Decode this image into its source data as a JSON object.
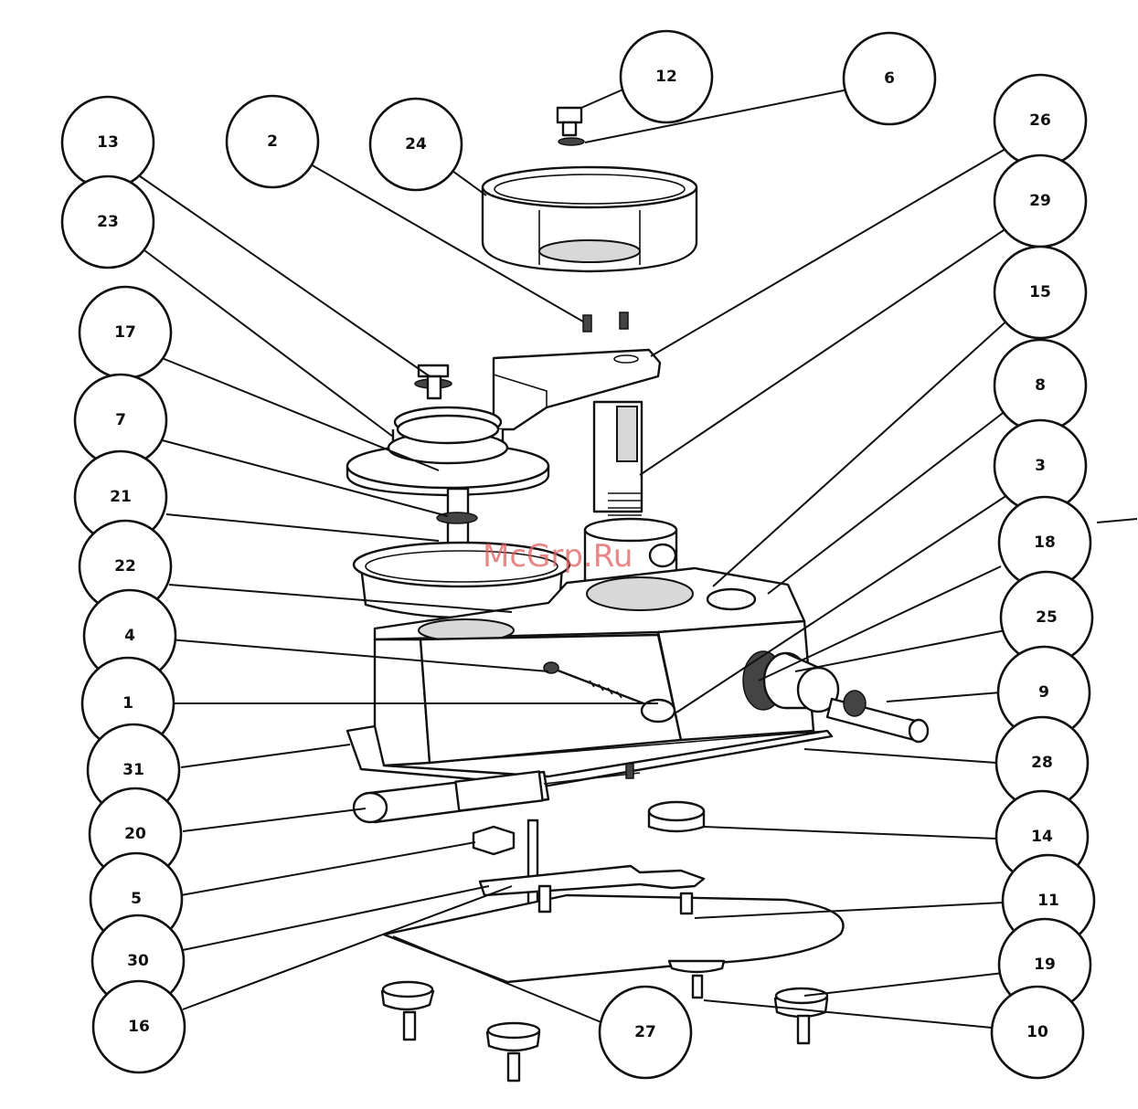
{
  "watermark": "McGrp.Ru",
  "callout_labels": [
    "12",
    "6",
    "13",
    "2",
    "24",
    "26",
    "23",
    "29",
    "15",
    "17",
    "8",
    "7",
    "3",
    "21",
    "18",
    "22",
    "25",
    "4",
    "1",
    "9",
    "31",
    "28",
    "20",
    "14",
    "5",
    "11",
    "30",
    "19",
    "16",
    "27",
    "10"
  ]
}
